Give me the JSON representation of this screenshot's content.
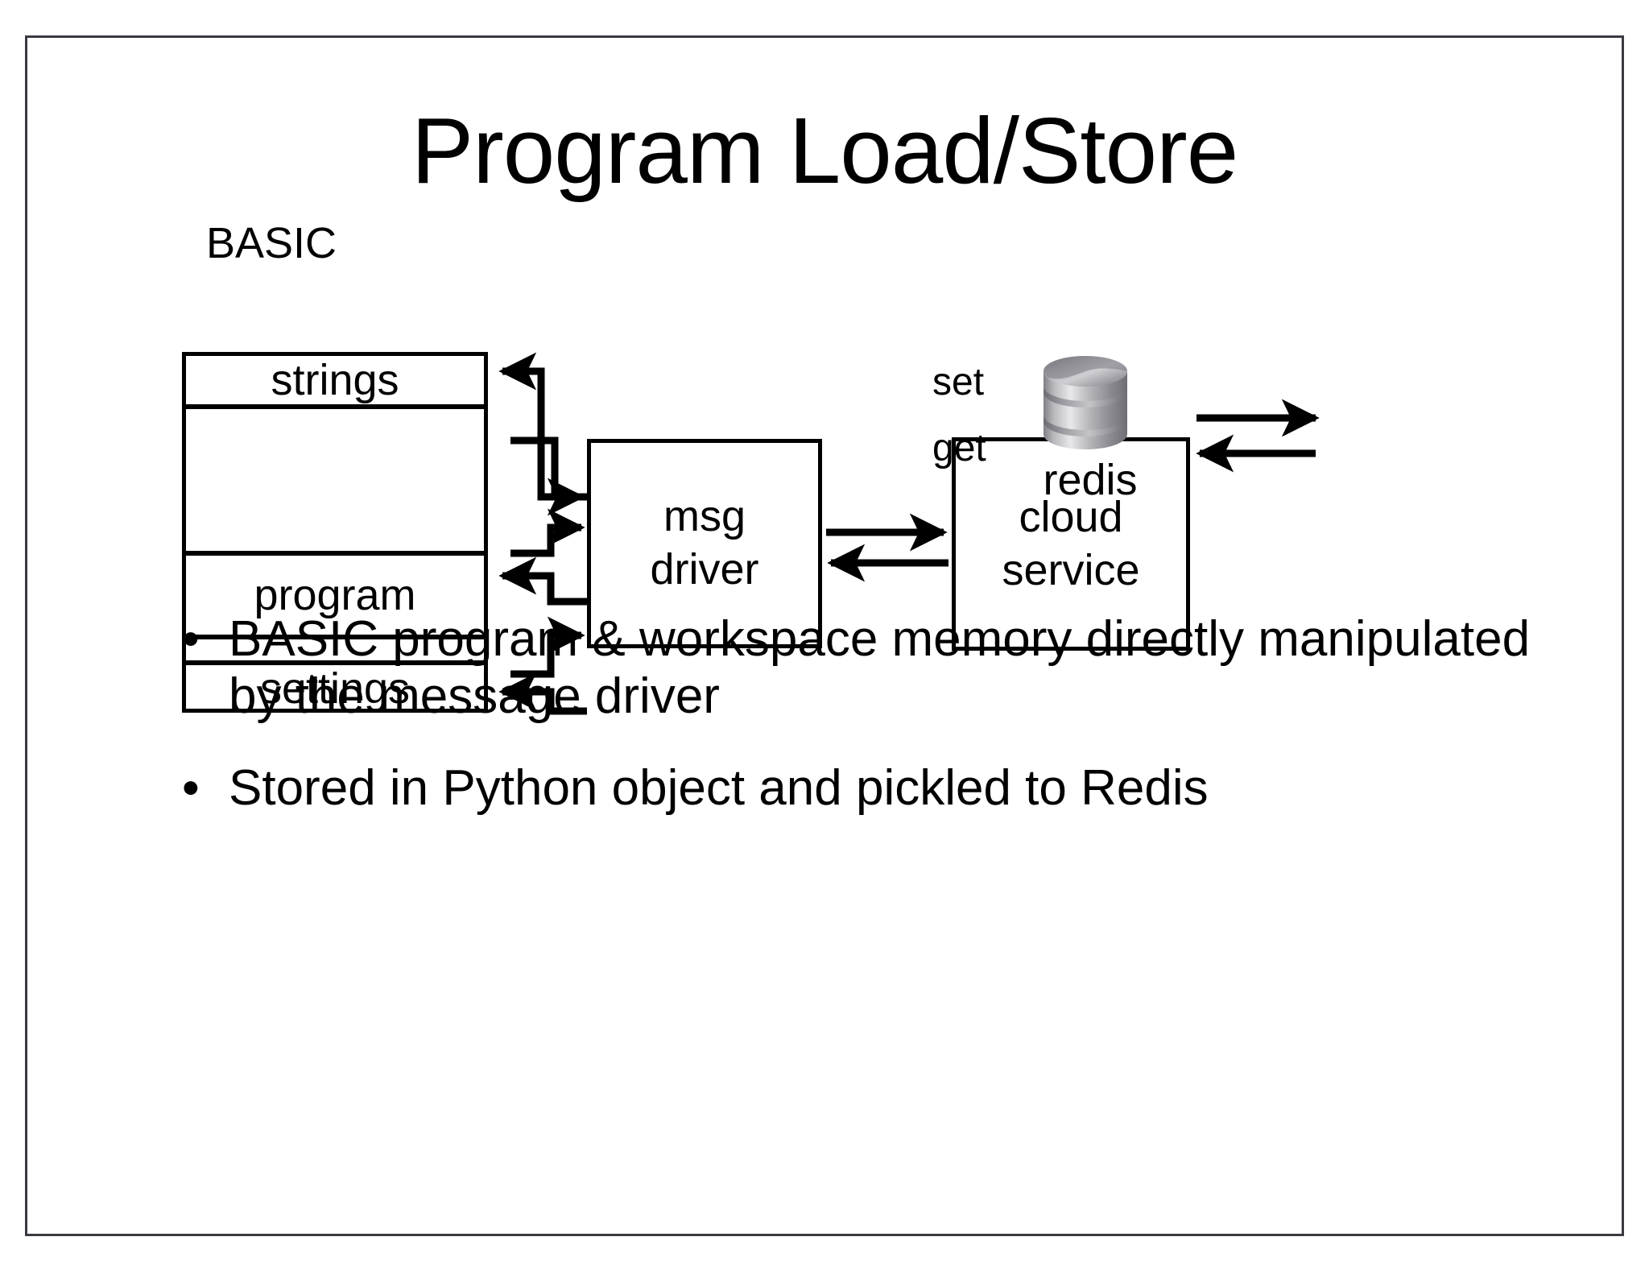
{
  "slide": {
    "title": "Program Load/Store"
  },
  "diagram": {
    "memory_title": "BASIC",
    "memory_segments": [
      {
        "label": "strings"
      },
      {
        "label": ""
      },
      {
        "label": "program"
      },
      {
        "label": ""
      },
      {
        "label": "settings"
      }
    ],
    "nodes": [
      {
        "id": "msg-driver",
        "line1": "msg",
        "line2": "driver"
      },
      {
        "id": "cloud-service",
        "line1": "cloud",
        "line2": "service"
      }
    ],
    "edge_labels": {
      "set": "set",
      "get": "get"
    },
    "datastore": {
      "label": "redis",
      "icon": "database-cylinder-icon"
    }
  },
  "bullets": [
    {
      "marker": "•",
      "text": "BASIC program & workspace memory directly manipulated by the message driver"
    },
    {
      "marker": "•",
      "text": "Stored in Python object and pickled to Redis"
    }
  ],
  "colors": {
    "frame_border": "#3a3a42",
    "ink": "#000000",
    "background": "#ffffff",
    "redis_metal_light": "#e6e6e6",
    "redis_metal_mid": "#9a9a9f",
    "redis_metal_dark": "#5c5c62"
  }
}
